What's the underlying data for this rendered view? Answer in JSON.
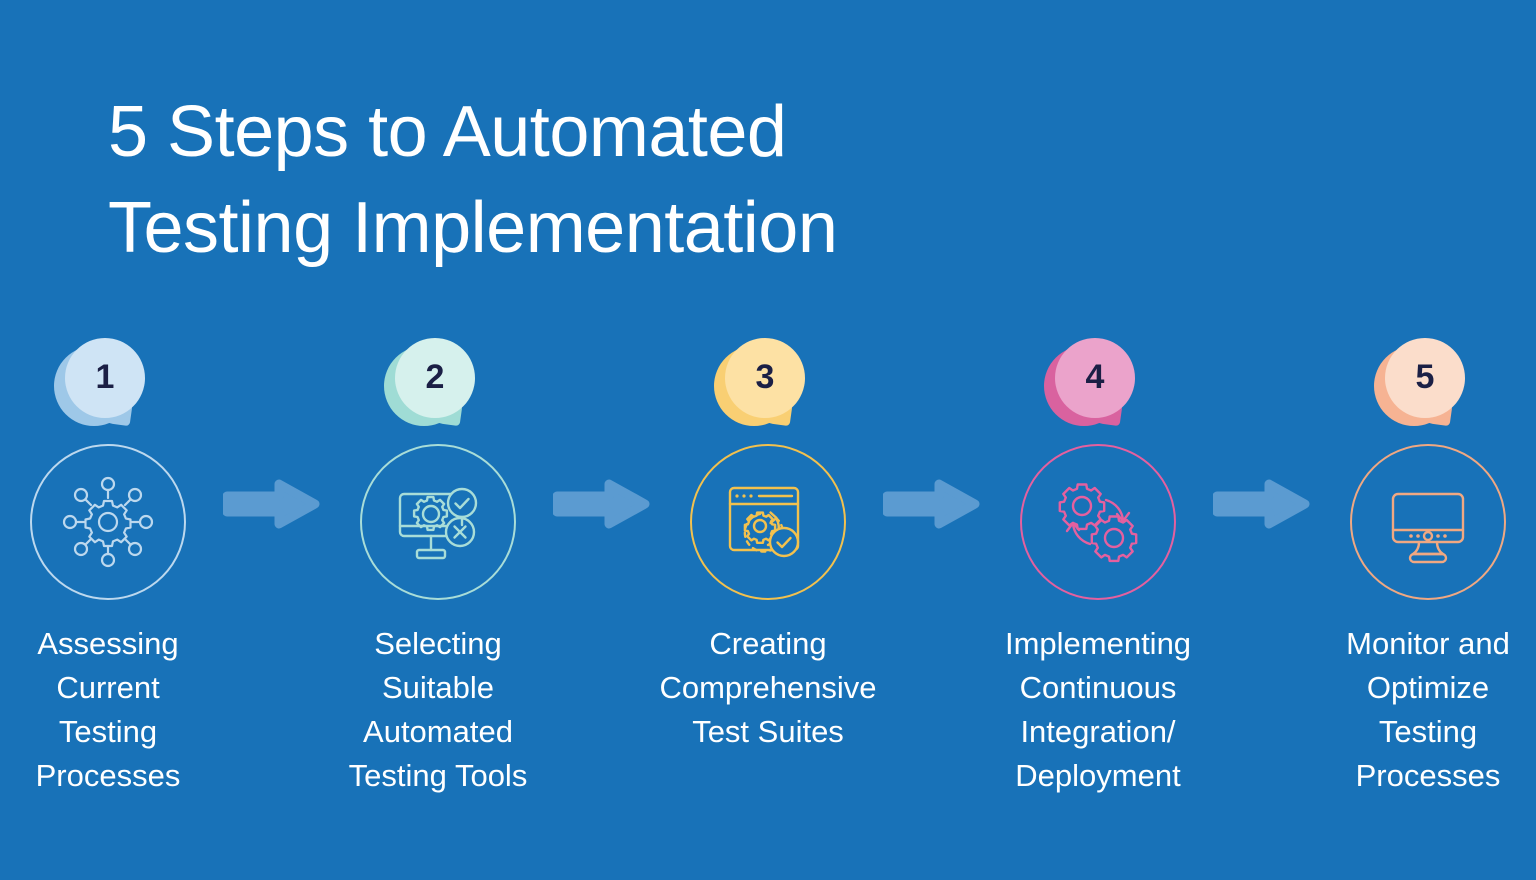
{
  "slide": {
    "background_color": "#1872b8",
    "title": "5 Steps to Automated\nTesting Implementation",
    "title_color": "#ffffff",
    "arrow_color": "#5b9bd1",
    "number_color": "#1b1f45"
  },
  "steps": [
    {
      "number": "1",
      "caption": "Assessing\nCurrent\nTesting\nProcesses",
      "icon": "gear-network-icon",
      "badge_color": "#cfe4f5",
      "badge_shadow_color": "#9ec8e8",
      "ring_color": "#bcd8ee",
      "icon_color": "#bcd8ee"
    },
    {
      "number": "2",
      "caption": "Selecting\nSuitable\nAutomated\nTesting Tools",
      "icon": "monitor-gear-check-x-icon",
      "badge_color": "#d6f1ed",
      "badge_shadow_color": "#9fdcd5",
      "ring_color": "#a8ddd8",
      "icon_color": "#a8ddd8"
    },
    {
      "number": "3",
      "caption": "Creating\nComprehensive\nTest Suites",
      "icon": "browser-gear-refresh-check-icon",
      "badge_color": "#fde1a4",
      "badge_shadow_color": "#f9cf73",
      "ring_color": "#f2c14e",
      "icon_color": "#f2c14e"
    },
    {
      "number": "4",
      "caption": "Implementing\nContinuous\nIntegration/\nDeployment",
      "icon": "two-gears-cycle-icon",
      "badge_color": "#eba3cb",
      "badge_shadow_color": "#d9629f",
      "ring_color": "#e5609f",
      "icon_color": "#e5609f"
    },
    {
      "number": "5",
      "caption": "Monitor and\nOptimize\nTesting\nProcesses",
      "icon": "monitor-icon",
      "badge_color": "#fbddcb",
      "badge_shadow_color": "#f6b393",
      "ring_color": "#f0a882",
      "icon_color": "#f0a882"
    }
  ],
  "arrows": [
    {
      "name": "arrow-1-to-2"
    },
    {
      "name": "arrow-2-to-3"
    },
    {
      "name": "arrow-3-to-4"
    },
    {
      "name": "arrow-4-to-5"
    }
  ]
}
